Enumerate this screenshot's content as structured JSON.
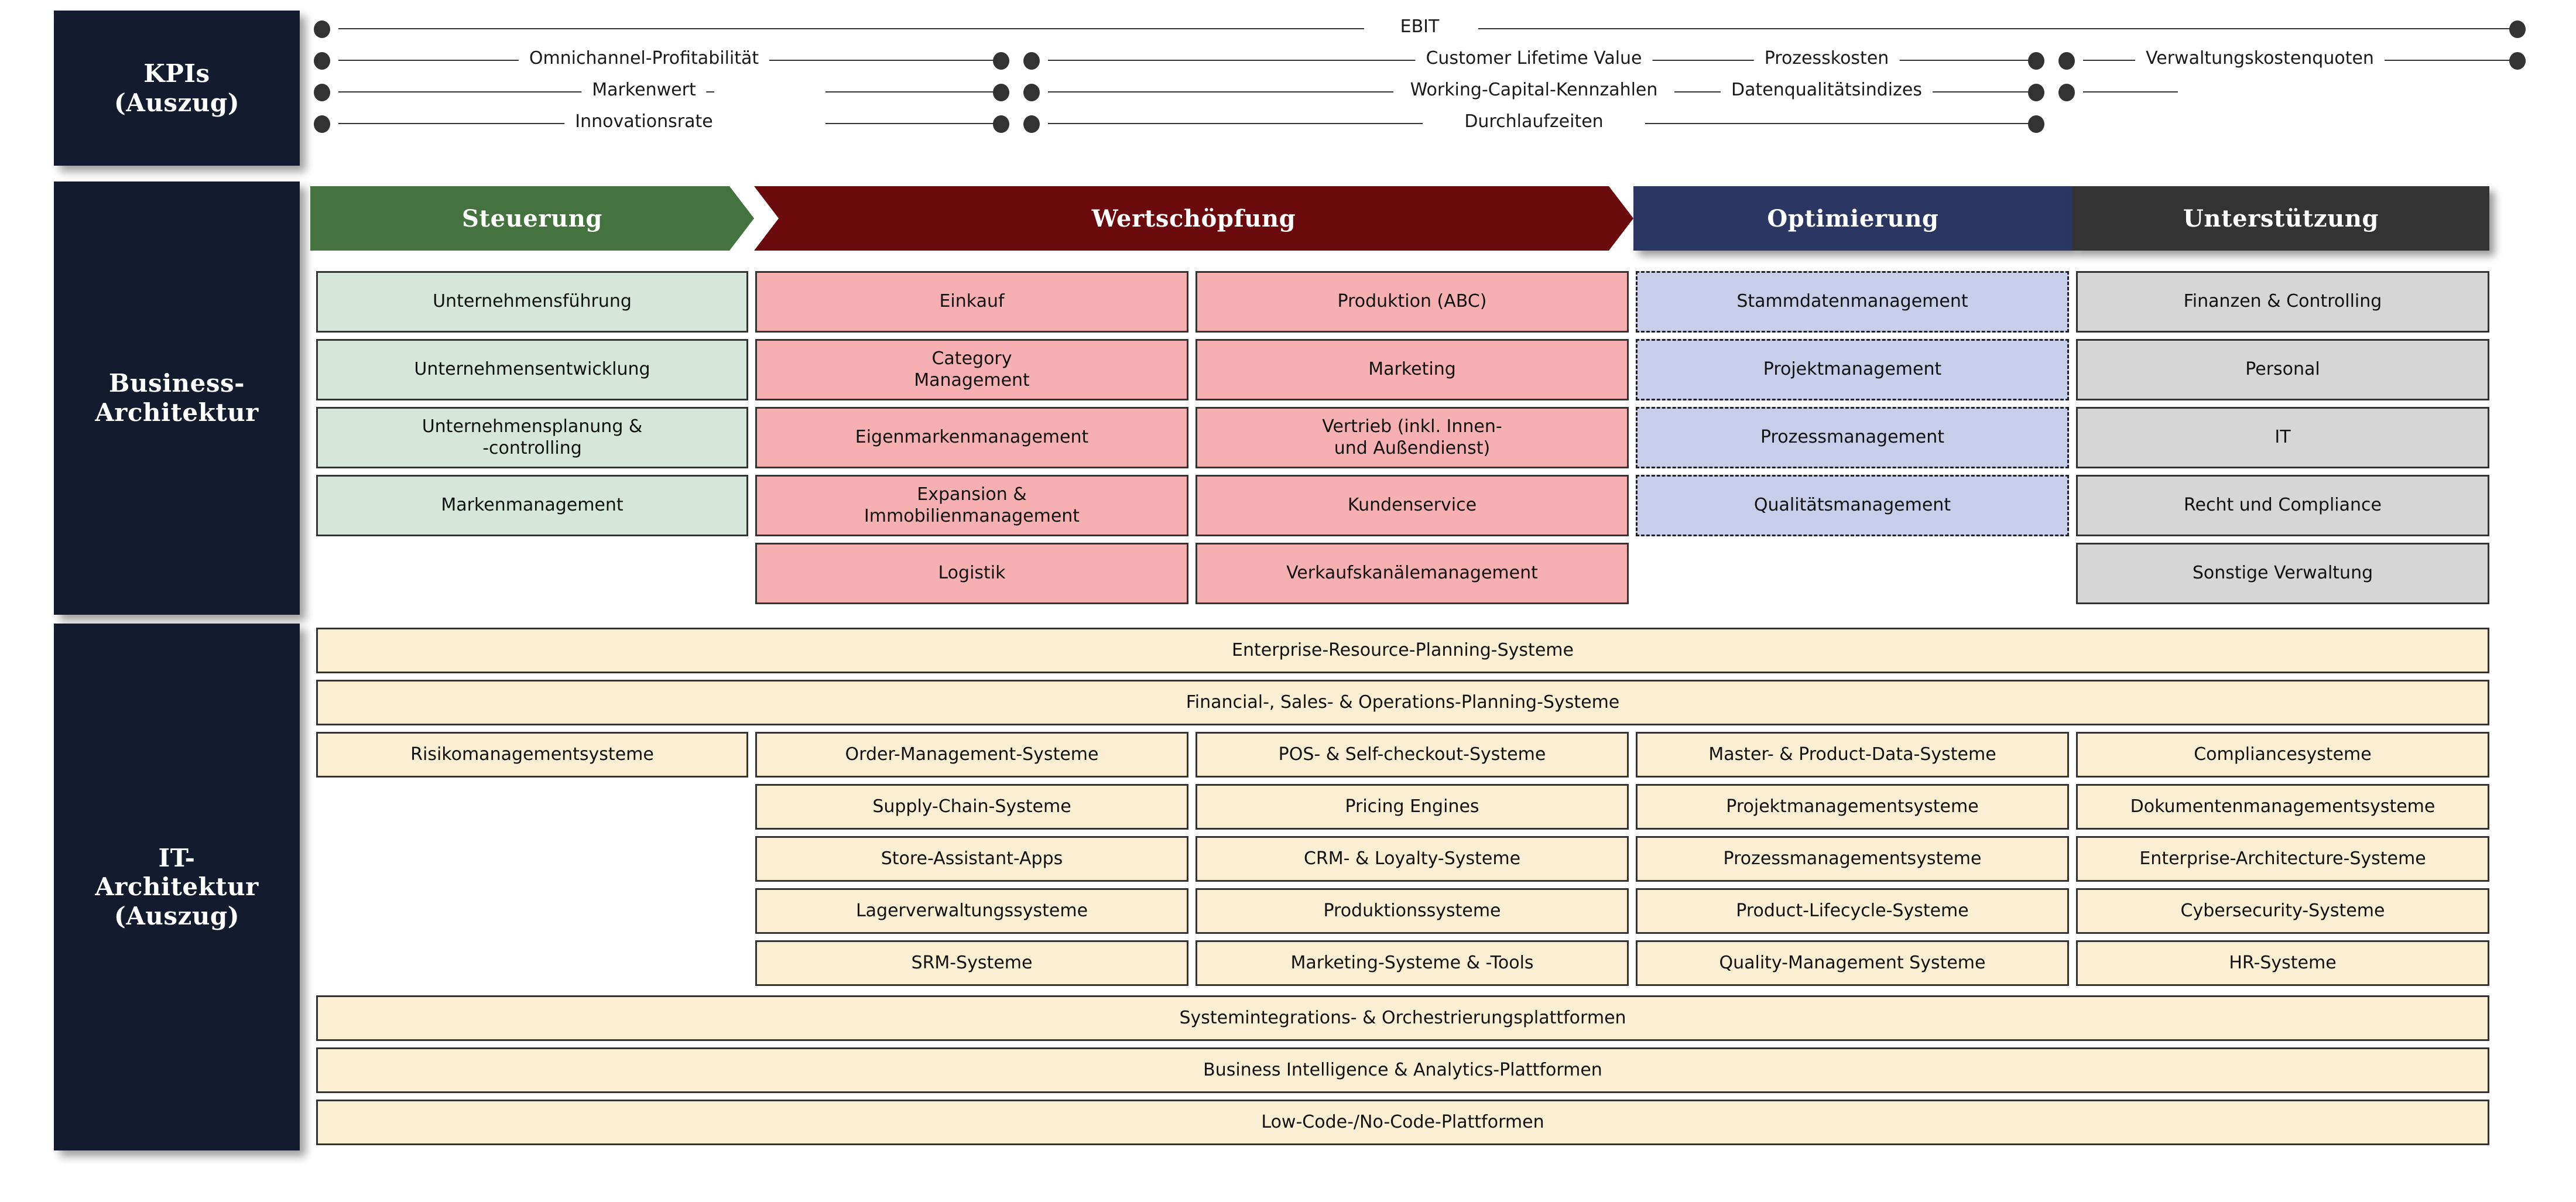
{
  "sidebar": {
    "kpi_label": "KPIs\n(Auszug)",
    "kpi_line1": "KPIs",
    "kpi_line2": "(Auszug)",
    "business_line1": "Business-",
    "business_line2": "Architektur",
    "it_line1": "IT-",
    "it_line2": "Architektur",
    "it_line3": "(Auszug)"
  },
  "kpis": {
    "rows": [
      {
        "labels": [
          "EBIT"
        ]
      },
      {
        "labels": [
          "Omnichannel-Profitabilität",
          "Customer Lifetime Value",
          "Prozesskosten",
          "Verwaltungskostenquoten"
        ]
      },
      {
        "labels": [
          "Markenwert",
          "Working-Capital-Kennzahlen",
          "Datenqualitätsindizes"
        ]
      },
      {
        "labels": [
          "Innovationsrate",
          "Durchlaufzeiten"
        ]
      }
    ]
  },
  "banners": [
    {
      "label": "Steuerung",
      "color": "#45733F"
    },
    {
      "label": "Wertschöpfung",
      "color": "#6B0A0C"
    },
    {
      "label": "Optimierung",
      "color": "#2C3663"
    },
    {
      "label": "Unterstützung",
      "color": "#333333"
    }
  ],
  "business_architecture": {
    "steuerung": [
      "Unternehmensführung",
      "Unternehmensentwicklung",
      "Unternehmensplanung &\n-controlling",
      "Markenmanagement"
    ],
    "wertschoepfung_col1": [
      "Einkauf",
      "Category\nManagement",
      "Eigenmarkenmanagement",
      "Expansion &\nImmobilienmanagement",
      "Logistik"
    ],
    "wertschoepfung_col2": [
      "Produktion (ABC)",
      "Marketing",
      "Vertrieb (inkl. Innen-\nund Außendienst)",
      "Kundenservice",
      "Verkaufskanälemanagement"
    ],
    "optimierung": [
      "Stammdatenmanagement",
      "Projektmanagement",
      "Prozessmanagement",
      "Qualitätsmanagement"
    ],
    "unterstuetzung": [
      "Finanzen & Controlling",
      "Personal",
      "IT",
      "Recht und Compliance",
      "Sonstige Verwaltung"
    ]
  },
  "it_architecture": {
    "full_width_top": [
      "Enterprise-Resource-Planning-Systeme",
      "Financial-, Sales- & Operations-Planning-Systeme"
    ],
    "col_steuerung": [
      "Risikomanagementsysteme"
    ],
    "col_wert1": [
      "Order-Management-Systeme",
      "Supply-Chain-Systeme",
      "Store-Assistant-Apps",
      "Lagerverwaltungssysteme",
      "SRM-Systeme"
    ],
    "col_wert2": [
      "POS- & Self-checkout-Systeme",
      "Pricing Engines",
      "CRM- & Loyalty-Systeme",
      "Produktionssysteme",
      "Marketing-Systeme & -Tools"
    ],
    "col_optimierung": [
      "Master- & Product-Data-Systeme",
      "Projektmanagementsysteme",
      "Prozessmanagementsysteme",
      "Product-Lifecycle-Systeme",
      "Quality-Management Systeme"
    ],
    "col_unterstuetzung": [
      "Compliancesysteme",
      "Dokumentenmanagementsysteme",
      "Enterprise-Architecture-Systeme",
      "Cybersecurity-Systeme",
      "HR-Systeme"
    ],
    "full_width_bottom": [
      "Systemintegrations- & Orchestrierungsplattformen",
      "Business Intelligence & Analytics-Plattformen",
      "Low-Code-/No-Code-Plattformen"
    ]
  },
  "colors": {
    "sidebar": "#141B2E",
    "steuerung": "#45733F",
    "wertschoepfung": "#6B0A0C",
    "optimierung": "#2C3663",
    "unterstuetzung": "#333333",
    "cell_green": "#D6E6DA",
    "cell_red": "#F7B0B2",
    "cell_blue": "#C8CDE9",
    "cell_grey": "#D6D6D6",
    "cell_cream": "#FBEFD3"
  }
}
